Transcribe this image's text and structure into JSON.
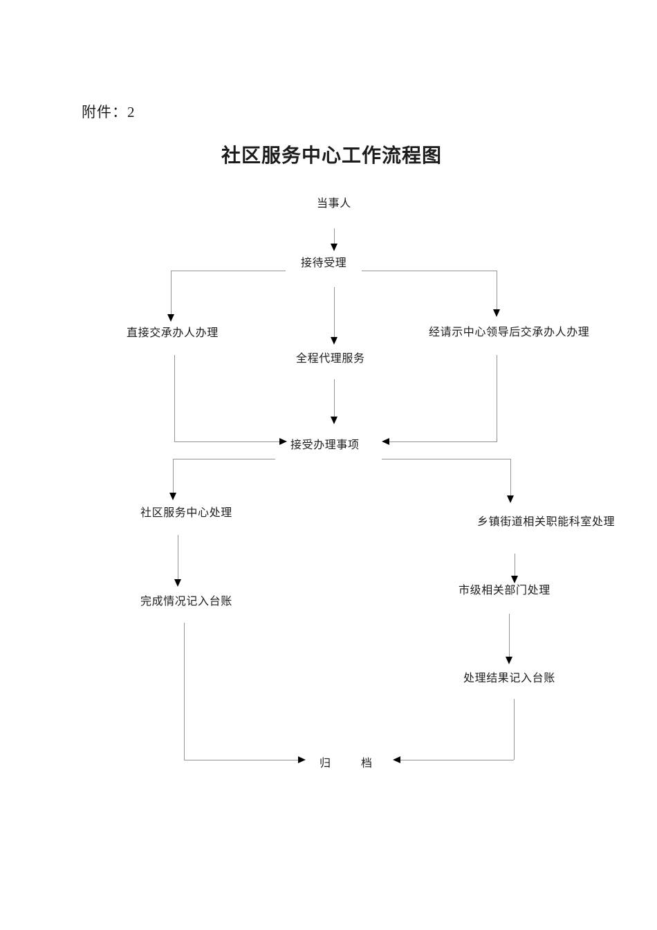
{
  "page": {
    "attachment_label": "附件：2",
    "title": "社区服务中心工作流程图",
    "background_color": "#ffffff",
    "text_color": "#1c1c1c",
    "line_color": "#949494",
    "arrow_color": "#000000"
  },
  "flowchart": {
    "nodes": [
      {
        "id": "client",
        "label": "当事人"
      },
      {
        "id": "reception",
        "label": "接待受理"
      },
      {
        "id": "direct-assign",
        "label": "直接交承办人办理"
      },
      {
        "id": "full-agency",
        "label": "全程代理服务"
      },
      {
        "id": "leader-approval",
        "label": "经请示中心领导后交承办人办理"
      },
      {
        "id": "accept-items",
        "label": "接受办理事项"
      },
      {
        "id": "community-center",
        "label": "社区服务中心处理"
      },
      {
        "id": "township-dept",
        "label": "乡镇街道相关职能科室处理"
      },
      {
        "id": "completion-ledger",
        "label": "完成情况记入台账"
      },
      {
        "id": "city-dept",
        "label": "市级相关部门处理"
      },
      {
        "id": "result-ledger",
        "label": "处理结果记入台账"
      }
    ],
    "archive": {
      "left": "归",
      "right": "档"
    },
    "edges": [
      {
        "from": "client",
        "to": "reception"
      },
      {
        "from": "reception",
        "to": "direct-assign"
      },
      {
        "from": "reception",
        "to": "full-agency"
      },
      {
        "from": "reception",
        "to": "leader-approval"
      },
      {
        "from": "direct-assign",
        "to": "accept-items"
      },
      {
        "from": "full-agency",
        "to": "accept-items"
      },
      {
        "from": "leader-approval",
        "to": "accept-items"
      },
      {
        "from": "accept-items",
        "to": "community-center"
      },
      {
        "from": "accept-items",
        "to": "township-dept"
      },
      {
        "from": "community-center",
        "to": "completion-ledger"
      },
      {
        "from": "township-dept",
        "to": "city-dept"
      },
      {
        "from": "city-dept",
        "to": "result-ledger"
      },
      {
        "from": "completion-ledger",
        "to": "archive"
      },
      {
        "from": "result-ledger",
        "to": "archive"
      }
    ]
  }
}
